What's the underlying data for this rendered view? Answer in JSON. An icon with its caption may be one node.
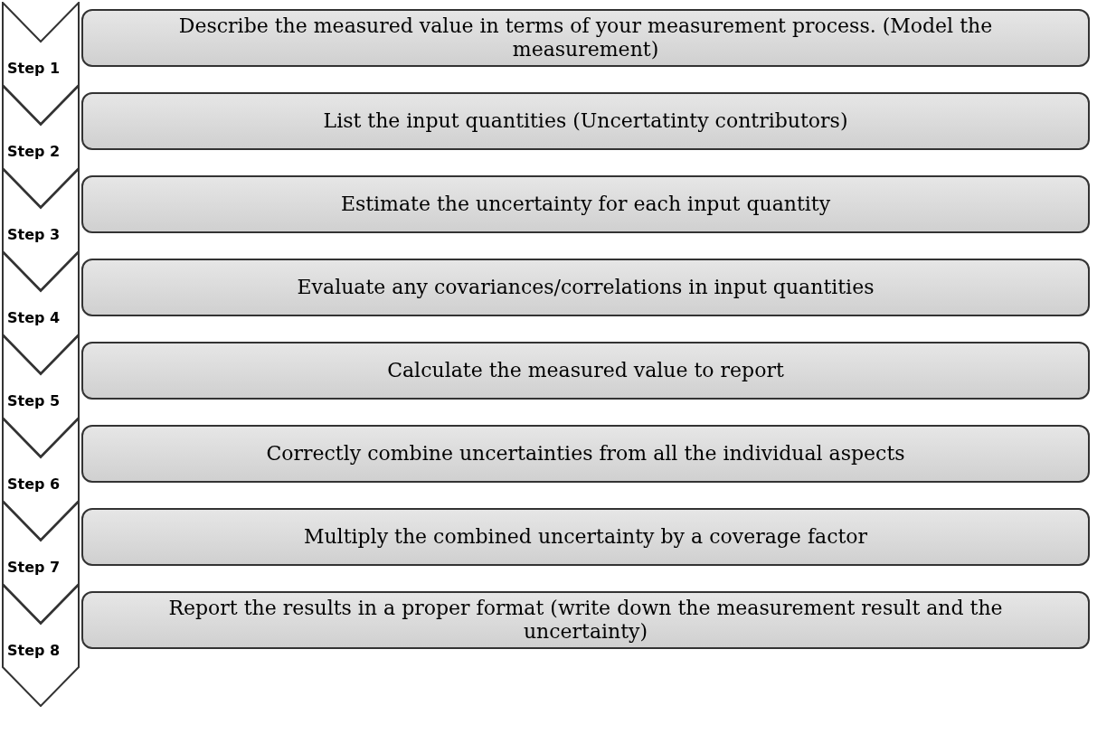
{
  "diagram": {
    "nodes": [
      {
        "text": [
          "Step 1"
        ]
      },
      {
        "text": [
          "Describe the measured value in terms of your measurement process. (Model the measurement)"
        ]
      },
      {
        "text": [
          "Step 2"
        ]
      },
      {
        "text": [
          "List the input quantities (Uncertatinty contributors)"
        ]
      },
      {
        "text": [
          "Step 3"
        ]
      },
      {
        "text": [
          "Estimate the uncertainty for each input quantity"
        ]
      },
      {
        "text": [
          "Step 4"
        ]
      },
      {
        "text": [
          "Evaluate any covariances/correlations in input quantities"
        ]
      },
      {
        "text": [
          "Step 5"
        ]
      },
      {
        "text": [
          "Calculate the measured value to report"
        ]
      },
      {
        "text": [
          "Step 6"
        ]
      },
      {
        "text": [
          "Correctly combine uncertainties from all the individual aspects"
        ]
      },
      {
        "text": [
          "Step 7"
        ]
      },
      {
        "text": [
          "Multiply the combined uncertainty by a coverage factor"
        ]
      },
      {
        "text": [
          "Step 8"
        ]
      },
      {
        "text": [
          "Report the results in a proper format (write down the measurement result and the uncertainty)"
        ]
      }
    ]
  }
}
